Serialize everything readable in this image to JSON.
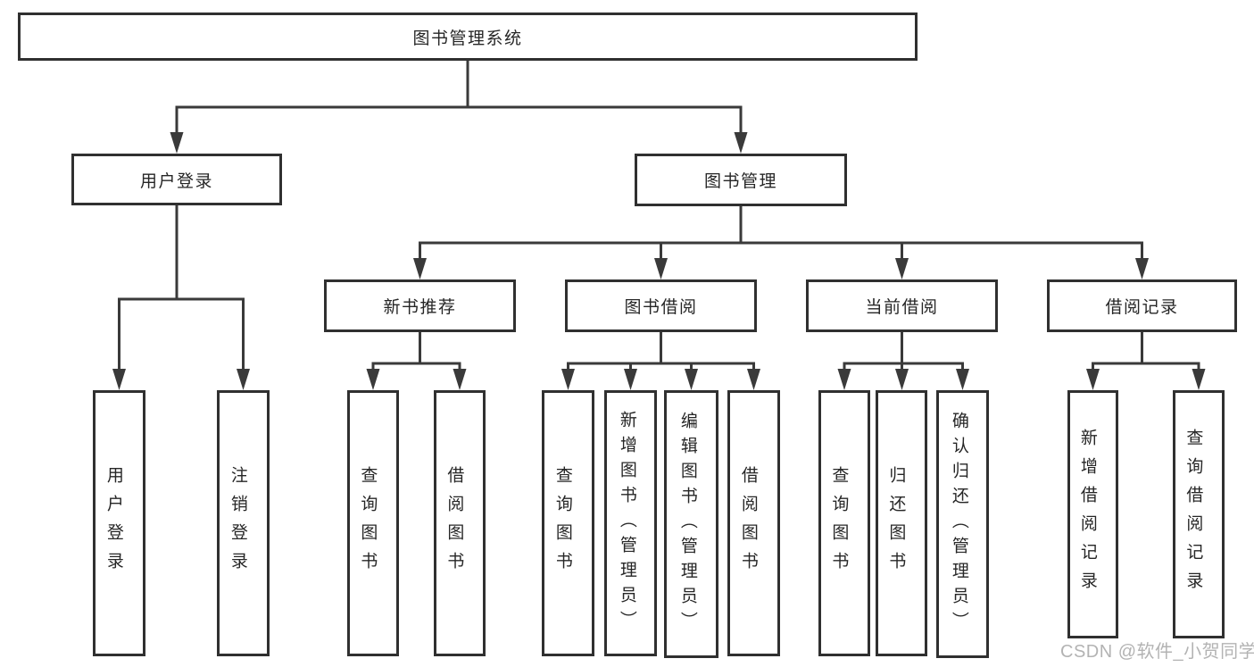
{
  "diagram": {
    "title": "图书管理系统",
    "branches": [
      {
        "label": "用户登录",
        "leaves": [
          "用户登录",
          "注销登录"
        ]
      },
      {
        "label": "图书管理",
        "groups": [
          {
            "label": "新书推荐",
            "leaves": [
              "查询图书",
              "借阅图书"
            ]
          },
          {
            "label": "图书借阅",
            "leaves": [
              "查询图书",
              "新增图书（管理员）",
              "编辑图书（管理员）",
              "借阅图书"
            ]
          },
          {
            "label": "当前借阅",
            "leaves": [
              "查询图书",
              "归还图书",
              "确认归还（管理员）"
            ]
          },
          {
            "label": "借阅记录",
            "leaves": [
              "新增借阅记录",
              "查询借阅记录"
            ]
          }
        ]
      }
    ]
  },
  "watermark": {
    "text": "CSDN @软件_小贺同学"
  },
  "colors": {
    "background": "#ffffff",
    "line": "#3a3a3a",
    "box_border": "#303030",
    "text": "#262626",
    "watermark": "#b3b3b3"
  }
}
